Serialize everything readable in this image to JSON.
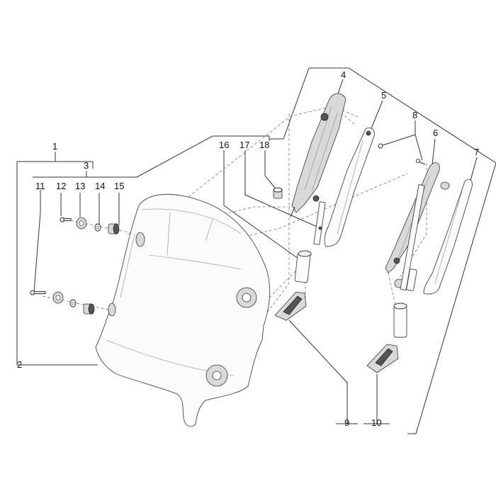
{
  "callouts": {
    "c1": "1",
    "c2": "2",
    "c3": "3",
    "c4": "4",
    "c5": "5",
    "c6": "6",
    "c7": "7",
    "c8": "8",
    "c9": "9",
    "c10": "10",
    "c11": "11",
    "c12": "12",
    "c13": "13",
    "c14": "14",
    "c15": "15",
    "c16": "16",
    "c17": "17",
    "c18": "18"
  }
}
